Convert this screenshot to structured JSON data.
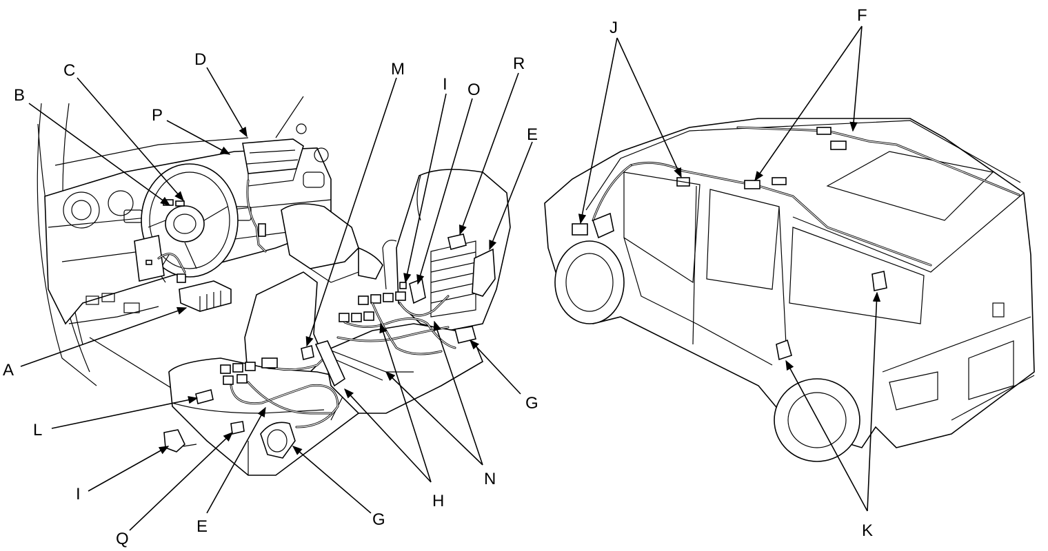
{
  "labels": {
    "A": "A",
    "B": "B",
    "C": "C",
    "D": "D",
    "P": "P",
    "M": "M",
    "I_top": "I",
    "O": "O",
    "R": "R",
    "E_top": "E",
    "G_right": "G",
    "N": "N",
    "H": "H",
    "G_bottom": "G",
    "E_bottom": "E",
    "Q": "Q",
    "I_bottom": "I",
    "L": "L",
    "J": "J",
    "F": "F",
    "K": "K"
  },
  "colors": {
    "ink": "#000000",
    "paper": "#ffffff"
  }
}
